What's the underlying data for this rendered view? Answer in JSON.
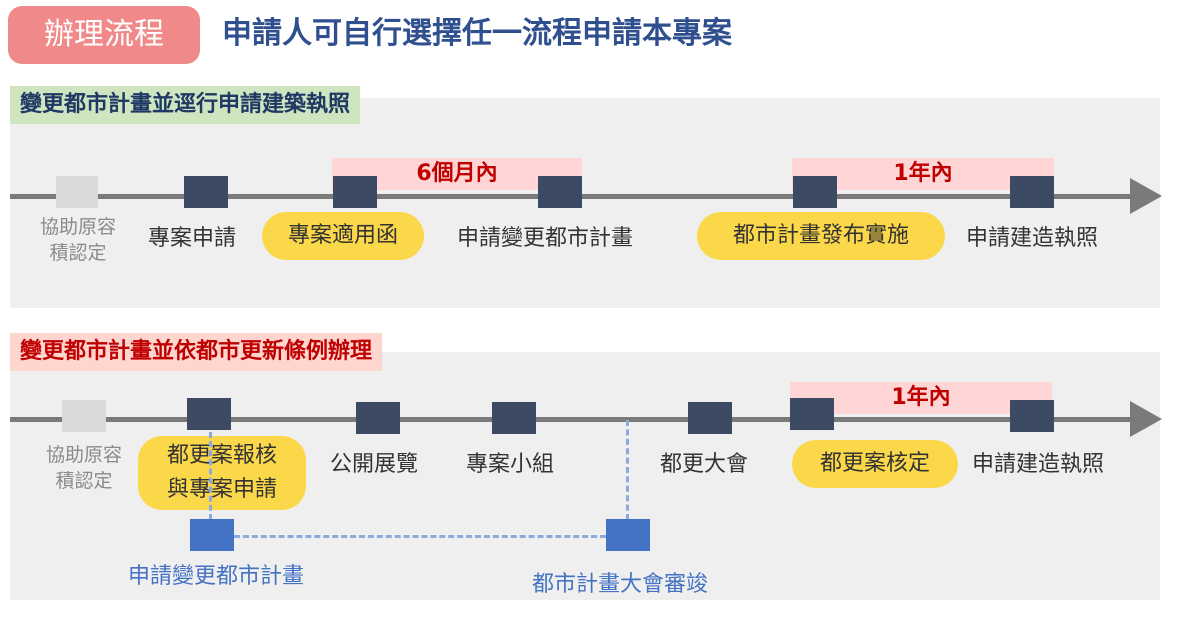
{
  "header": {
    "tag": "辦理流程",
    "title": "申請人可自行選擇任一流程申請本專案"
  },
  "section1": {
    "title": "變更都市計畫並逕行申請建築執照",
    "bands": [
      "6個月內",
      "1年內"
    ],
    "steps": {
      "assist_line1": "協助原容",
      "assist_line2": "積認定",
      "apply": "專案申請",
      "applicable_letter": "專案適用函",
      "apply_plan_change": "申請變更都市計畫",
      "publish": "都市計畫發布實施",
      "building_permit": "申請建造執照"
    }
  },
  "section2": {
    "title": "變更都市計畫並依都市更新條例辦理",
    "bands": [
      "1年內"
    ],
    "steps": {
      "assist_line1": "協助原容",
      "assist_line2": "積認定",
      "report_line1": "都更案報核",
      "report_line2": "與專案申請",
      "exhibition": "公開展覽",
      "task_group": "專案小組",
      "council": "都更大會",
      "approved": "都更案核定",
      "building_permit": "申請建造執照",
      "branch_apply": "申請變更都市計畫",
      "branch_complete": "都市計畫大會審竣"
    }
  },
  "colors": {
    "header_tag": "#f08a8a",
    "title": "#2f4f8f",
    "step_box": "#3c4a63",
    "band": "#ffd5d5",
    "band_text": "#c00000",
    "pill": "#fbd74a",
    "branch": "#4472c4"
  }
}
